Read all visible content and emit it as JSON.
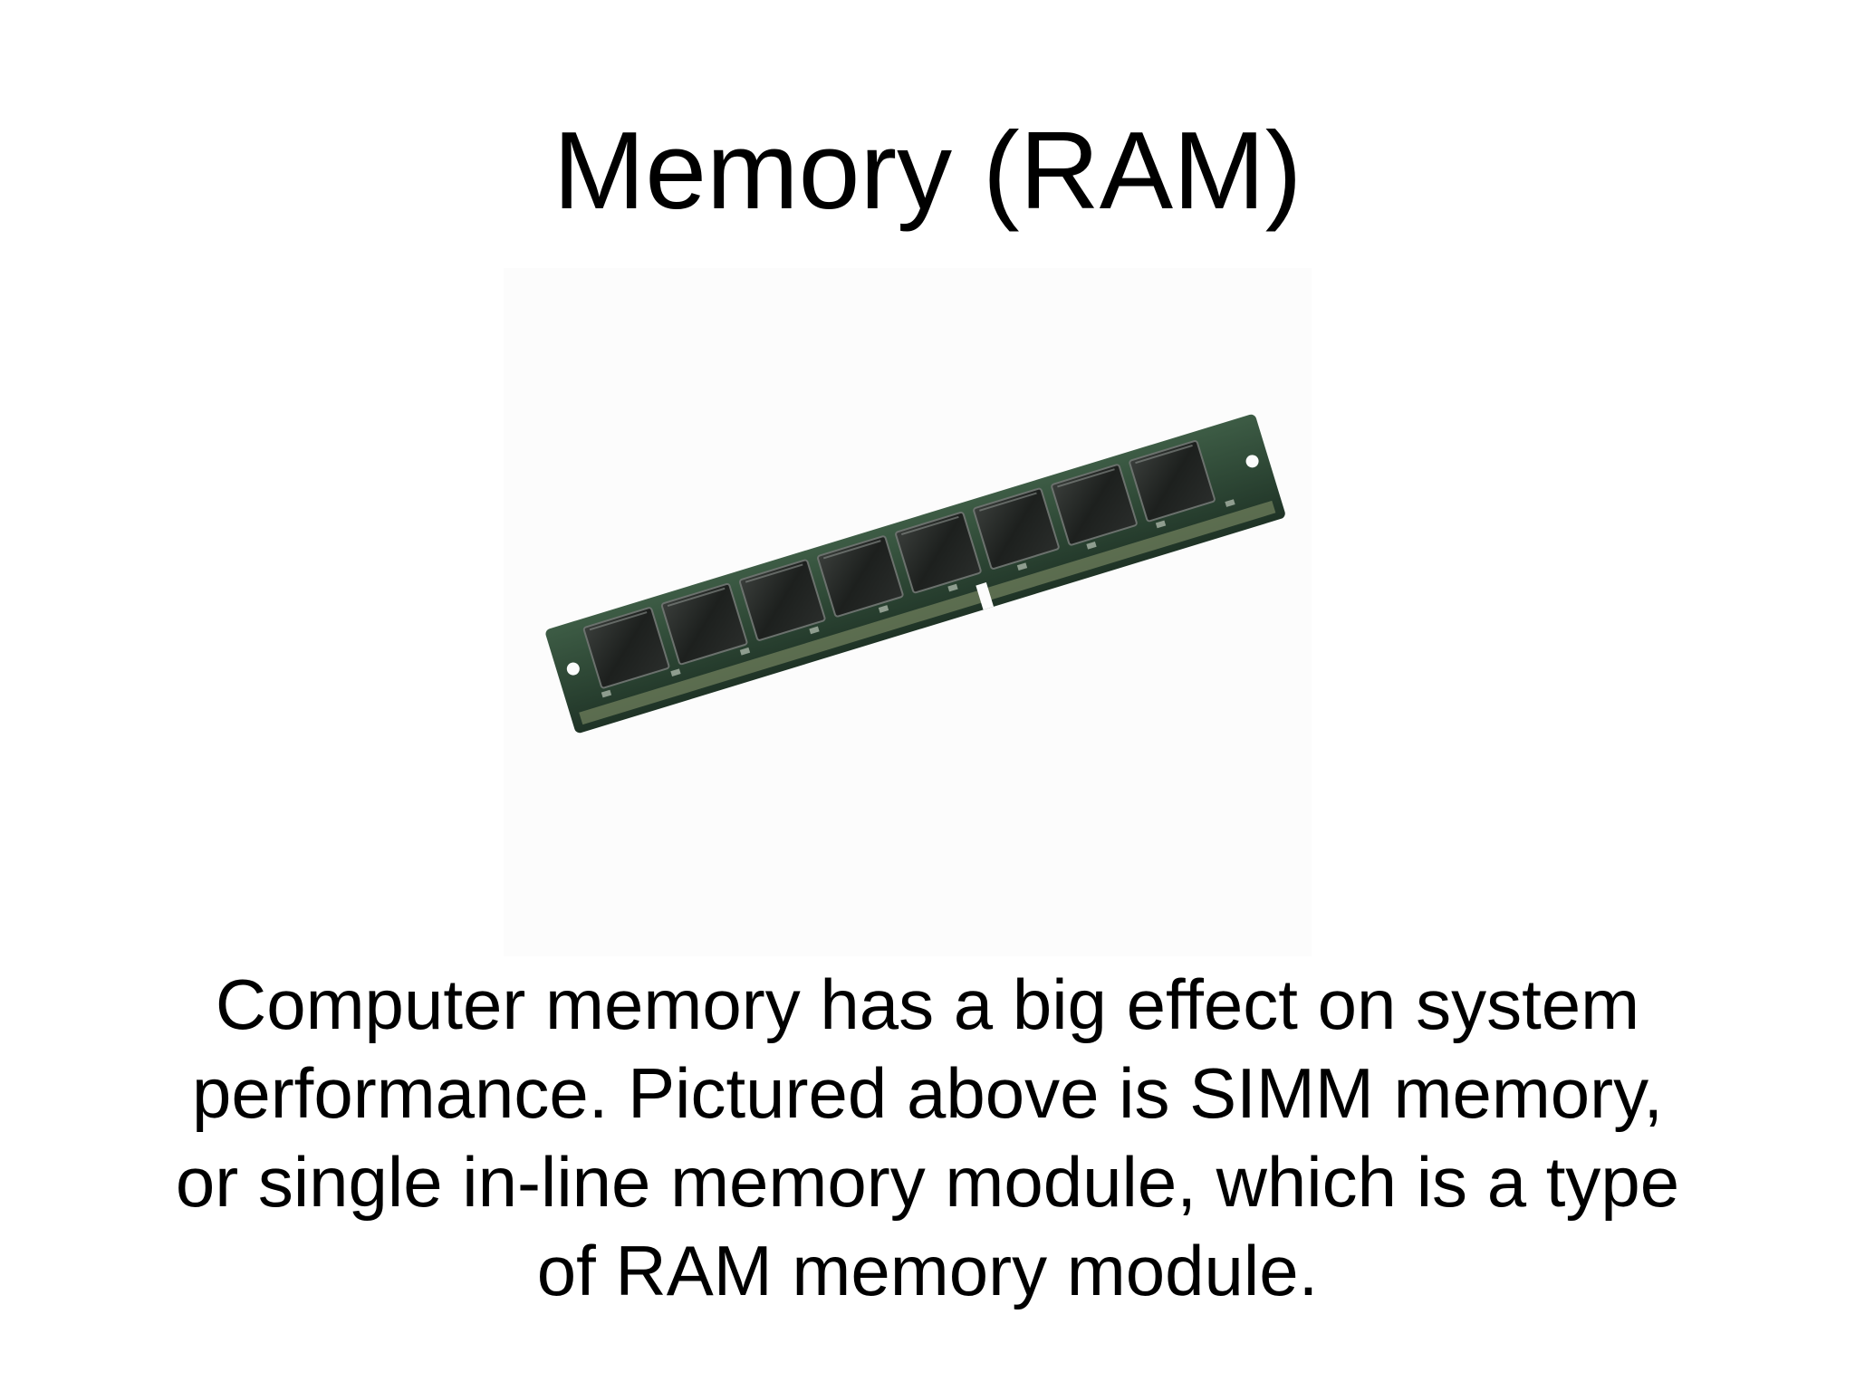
{
  "slide": {
    "title": "Memory (RAM)",
    "image_subject": "ram-module-photo",
    "caption_lines": [
      "Computer memory has a big effect on system",
      "performance. Pictured above is SIMM memory,",
      "or single in-line memory module, which is a type",
      "of RAM memory module."
    ]
  },
  "colors": {
    "background": "#ffffff",
    "text": "#000000",
    "pcb": "#2f4a38",
    "chip": "#1c1f1d"
  }
}
